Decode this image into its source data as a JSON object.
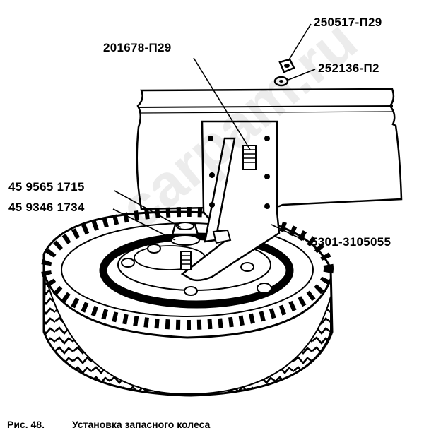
{
  "callouts": {
    "nut_top": "250517-П29",
    "washer_top": "252136-П2",
    "bolt": "201678-П29",
    "bracket": "5301-3105055",
    "nut_lower": "45 9565 1715",
    "washer_lower": "45 9346 1734"
  },
  "caption": {
    "figure_number": "Рис. 48.",
    "title": "Установка запасного колеса"
  },
  "watermark": "carpam.ru",
  "colors": {
    "ink": "#000000",
    "paper": "#ffffff"
  }
}
